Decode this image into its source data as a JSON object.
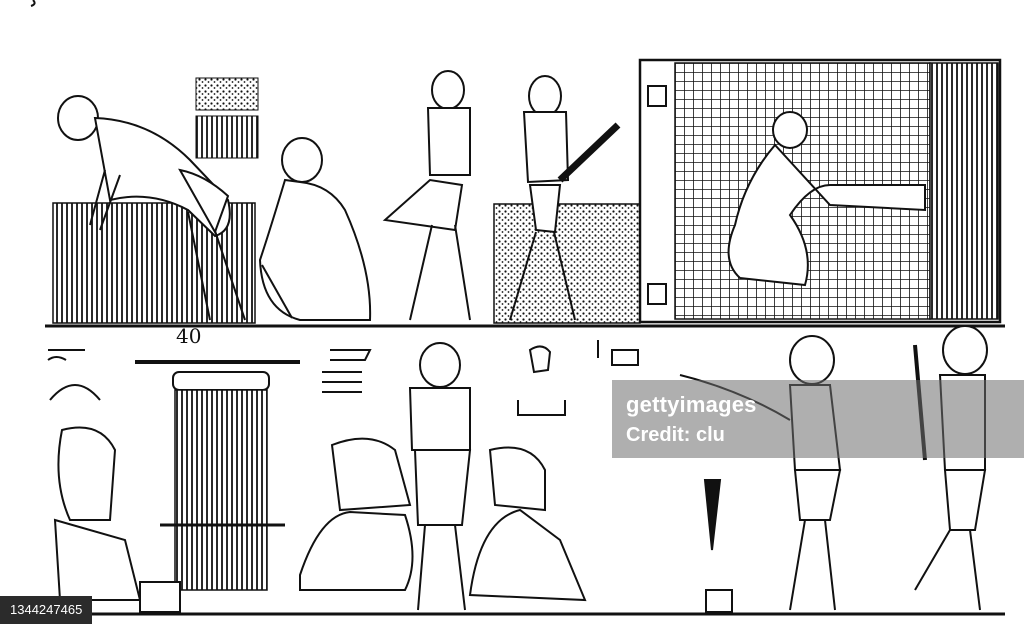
{
  "artwork": {
    "page_number": "40",
    "scene": "ancient-egyptian-weaving-relief"
  },
  "watermark": {
    "brand": "gettyimages",
    "credit": "Credit: clu"
  },
  "image_id": "1344247465",
  "colors": {
    "ink": "#111111",
    "paper": "#ffffff",
    "watermark_bg": "#6e6e6e",
    "badge_bg": "#2b2b2b"
  }
}
